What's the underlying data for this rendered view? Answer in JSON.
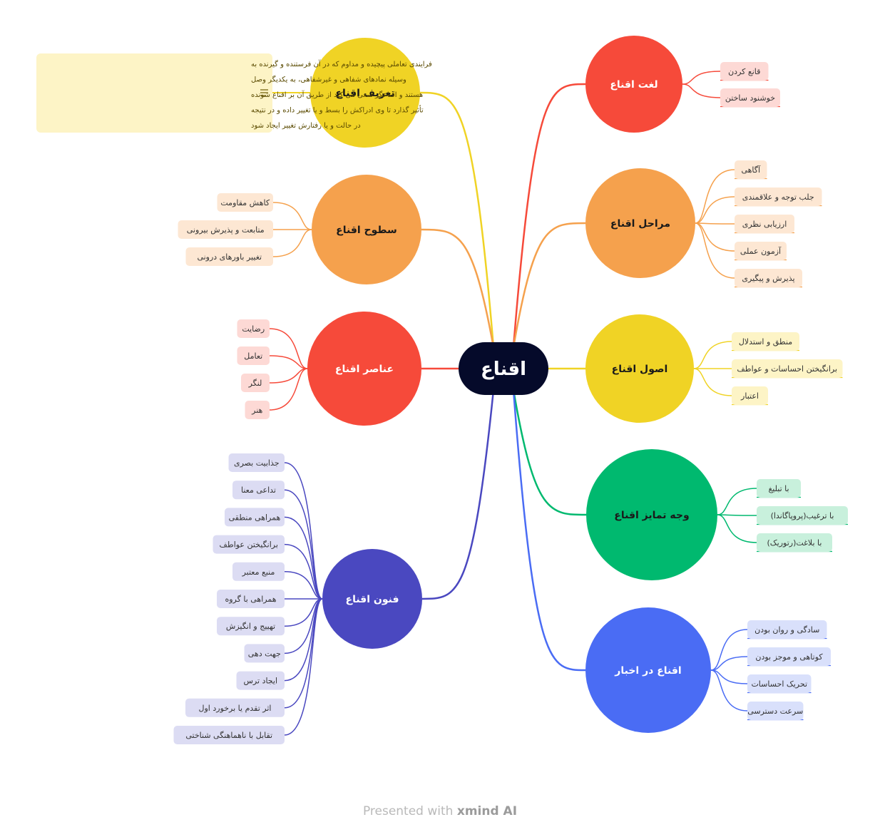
{
  "root": {
    "label": "اقناع",
    "color": "#050a2a"
  },
  "branches": [
    {
      "id": "b1",
      "label": "لغت اقناع",
      "color": "#f64a3a",
      "leafBg": "#fdd9d5",
      "textColor": "#ffffff",
      "leaves": [
        "قانع کردن",
        "خوشنود ساختن"
      ]
    },
    {
      "id": "b2",
      "label": "مراحل اقناع",
      "color": "#f5a14d",
      "leafBg": "#fde7d3",
      "textColor": "#1a1a1a",
      "leaves": [
        "آگاهی",
        "جلب توجه و علاقمندی",
        "ارزیابی نظری",
        "آزمون عملی",
        "پذیرش و پیگیری"
      ]
    },
    {
      "id": "b3",
      "label": "اصول اقناع",
      "color": "#f0d325",
      "leafBg": "#fdf4c6",
      "textColor": "#1a1a1a",
      "leaves": [
        "منطق و استدلال",
        "برانگیختن احساسات و عواطف",
        "اعتبار"
      ]
    },
    {
      "id": "b4",
      "label": "وجه تمایز اقناع",
      "color": "#00b96f",
      "leafBg": "#c8f0dc",
      "textColor": "#1a1a1a",
      "leaves": [
        "با تبلیغ",
        "با ترغیب(پروپاگاندا)",
        "با بلاغت(رتوریک)"
      ]
    },
    {
      "id": "b5",
      "label": "اقناع در اخبار",
      "color": "#4a6cf4",
      "leafBg": "#d9e0fb",
      "textColor": "#ffffff",
      "leaves": [
        "سادگی و روان بودن",
        "کوتاهی و موجز بودن",
        "تحریک احساسات",
        "سرعت دسترسی"
      ]
    },
    {
      "id": "b6",
      "label": "تعریف اقناع",
      "color": "#f0d325",
      "leafBg": "#fdf4c6",
      "textColor": "#1a1a1a",
      "note": [
        "فرایندی تعاملی پیچیده و مداوم که در آن فرستنده و گیرنده به",
        "وسیله نمادهای شفاهی و غیرشفاهی، به یکدیگر وصل",
        "هستند و اقناعگر سعی می کند از طریق آن بر اقناع شونده",
        "تأثیر گذارد تا وی ادراکش را بسط و یا تغییر داده و در نتیجه",
        "در حالت و یا رفتارش تغییر ایجاد شود"
      ]
    },
    {
      "id": "b7",
      "label": "سطوح اقناع",
      "color": "#f5a14d",
      "leafBg": "#fde7d3",
      "textColor": "#1a1a1a",
      "leaves": [
        "کاهش مقاومت",
        "متابعت و پذیرش بیرونی",
        "تغییر باورهای درونی"
      ]
    },
    {
      "id": "b8",
      "label": "عناصر اقناع",
      "color": "#f64a3a",
      "leafBg": "#fdd9d5",
      "textColor": "#ffffff",
      "leaves": [
        "رضایت",
        "تعامل",
        "لنگر",
        "هنر"
      ]
    },
    {
      "id": "b9",
      "label": "فنون اقناع",
      "color": "#4a48c0",
      "leafBg": "#dcdcf3",
      "textColor": "#ffffff",
      "leaves": [
        "جذابیت بصری",
        "تداعی معنا",
        "همراهی منطقی",
        "برانگیختن عواطف",
        "منبع معتبر",
        "همراهی با گروه",
        "تهییج و انگیزش",
        "جهت دهی",
        "ایجاد ترس",
        "اثر تقدم یا برخورد اول",
        "تقابل با ناهماهنگی شناختی"
      ]
    }
  ],
  "footer": {
    "presented": "Presented with",
    "brand": "xmind AI"
  }
}
